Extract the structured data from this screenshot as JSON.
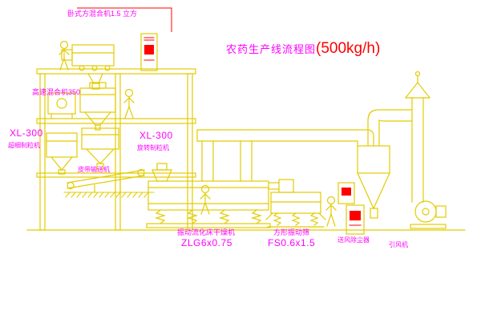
{
  "title": {
    "main": "农药生产线流程图",
    "capacity": "(500kg/h)"
  },
  "labels": {
    "horizontal_mixer": "卧式方混合机1.5 立方",
    "high_speed_mixer": "高速混合机350",
    "xl300_left_model": "XL-300",
    "xl300_left_name": "超细制粒机",
    "xl300_center_model": "XL-300",
    "xl300_center_name": "旋转制粒机",
    "belt_conveyor": "皮带输送机",
    "dryer_name": "振动流化床干燥机",
    "dryer_model": "ZLG6x0.75",
    "sieve_name": "方形振动筛",
    "sieve_model": "FS0.6x1.5",
    "dust_collector": "送风除尘器",
    "induced_fan": "引风机"
  },
  "colors": {
    "diagram_line": "#e2cc00",
    "label": "#ff00ff",
    "accent": "#ff0000",
    "background": "#ffffff"
  }
}
